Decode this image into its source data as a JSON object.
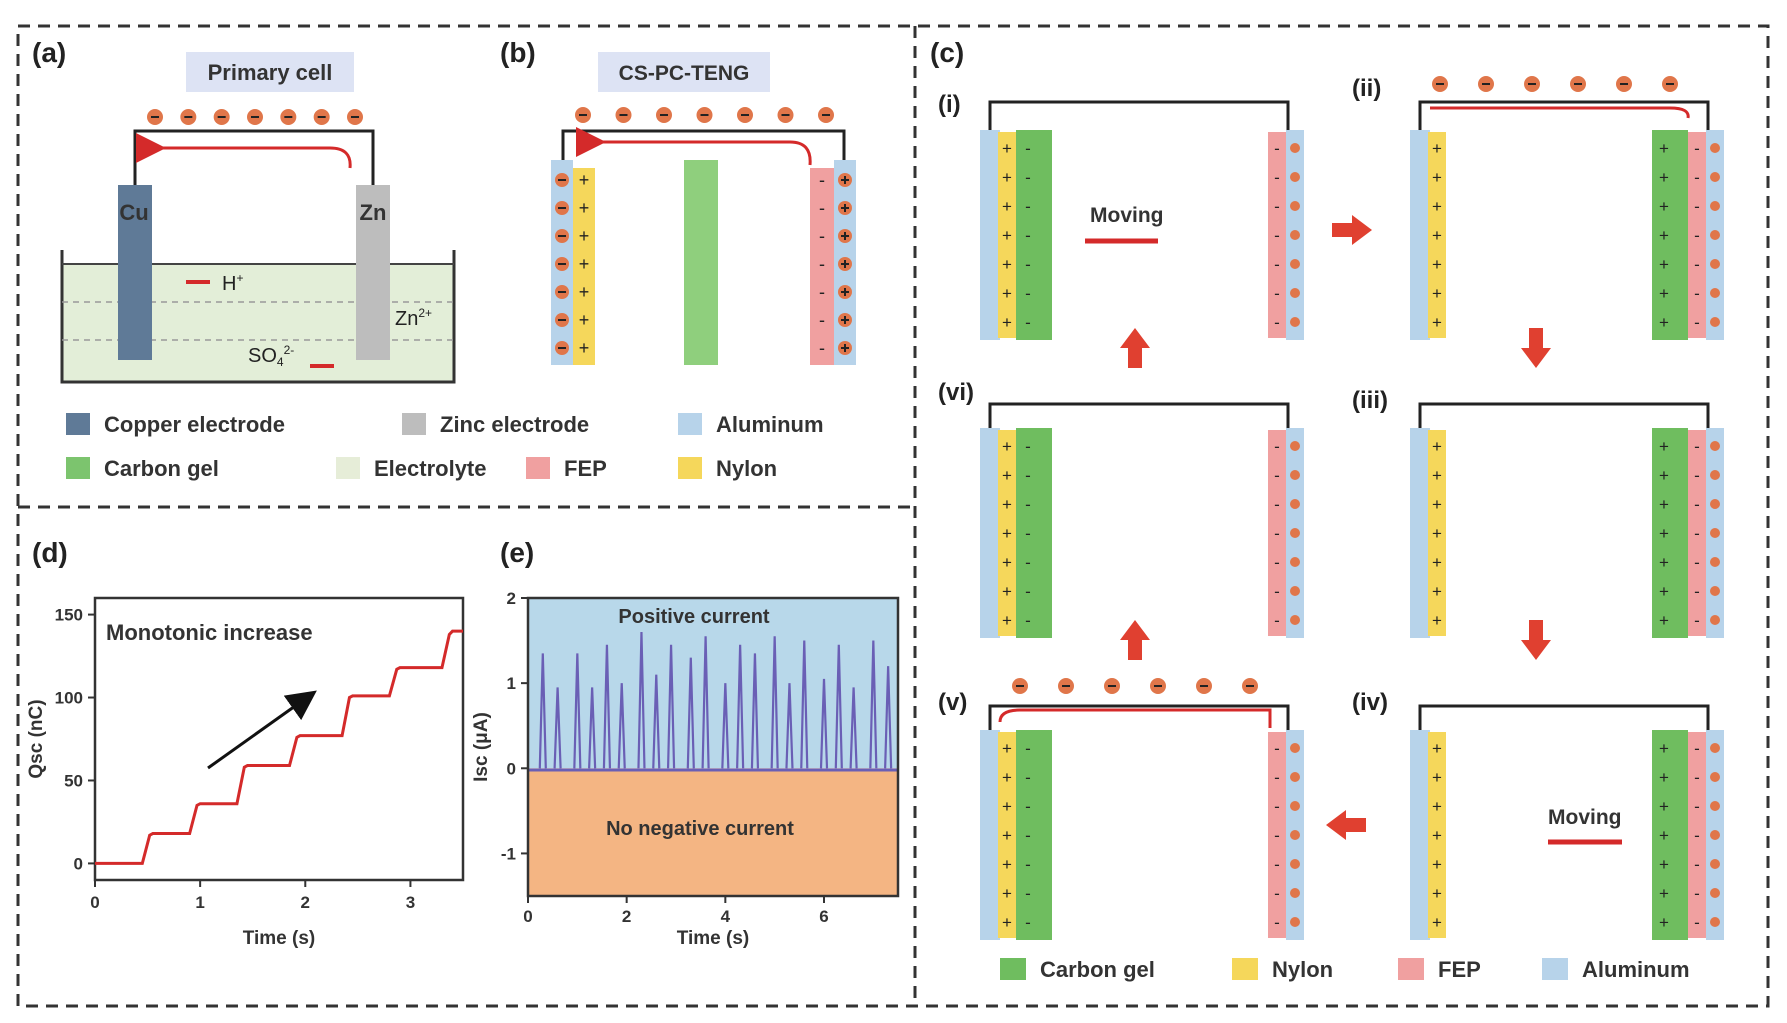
{
  "panels": {
    "a": "(a)",
    "b": "(b)",
    "c": "(c)",
    "d": "(d)",
    "e": "(e)"
  },
  "a": {
    "title": "Primary cell",
    "cu": "Cu",
    "zn": "Zn",
    "h_ion": "H",
    "h_sup": "+",
    "zn_ion": "Zn",
    "zn_sup": "2+",
    "so4": "SO",
    "so4_sub": "4",
    "so4_sup": "2-"
  },
  "b": {
    "title": "CS-PC-TENG"
  },
  "legend_top": [
    {
      "label": "Copper electrode",
      "color": "#5f7a97"
    },
    {
      "label": "Zinc electrode",
      "color": "#bdbdbd"
    },
    {
      "label": "Aluminum",
      "color": "#b7d3ea"
    },
    {
      "label": "Carbon gel",
      "color": "#7cc46e"
    },
    {
      "label": "Electrolyte",
      "color": "#e6edd8"
    },
    {
      "label": "FEP",
      "color": "#f0a0a0"
    },
    {
      "label": "Nylon",
      "color": "#f5d75b"
    }
  ],
  "c": {
    "stages": [
      "(i)",
      "(ii)",
      "(iii)",
      "(iv)",
      "(v)",
      "(vi)"
    ],
    "moving": "Moving",
    "legend": [
      {
        "label": "Carbon gel",
        "color": "#6fbd5f"
      },
      {
        "label": "Nylon",
        "color": "#f5d75b"
      },
      {
        "label": "FEP",
        "color": "#f0a0a0"
      },
      {
        "label": "Aluminum",
        "color": "#b7d3ea"
      }
    ]
  },
  "d": {
    "annotation": "Monotonic increase",
    "chart_data": {
      "type": "line",
      "xlabel": "Time (s)",
      "ylabel": "Qsc (nC)",
      "xlim": [
        0,
        3.5
      ],
      "ylim": [
        -10,
        160
      ],
      "xticks": [
        "0",
        "1",
        "2",
        "3"
      ],
      "yticks": [
        "0",
        "50",
        "100",
        "150"
      ],
      "color": "#d42a2a",
      "x": [
        0,
        0.45,
        0.52,
        0.55,
        0.9,
        0.97,
        1.0,
        1.35,
        1.42,
        1.45,
        1.85,
        1.92,
        1.95,
        2.35,
        2.42,
        2.45,
        2.8,
        2.87,
        2.9,
        3.3,
        3.37,
        3.4,
        3.5
      ],
      "y": [
        0,
        0,
        17,
        18,
        18,
        35,
        36,
        36,
        58,
        59,
        59,
        76,
        77,
        77,
        100,
        101,
        101,
        117,
        118,
        118,
        138,
        140,
        140
      ]
    }
  },
  "e": {
    "positive_label": "Positive current",
    "negative_label": "No negative current",
    "positive_color": "#b8d8ea",
    "negative_color": "#f4b583",
    "chart_data": {
      "type": "line",
      "xlabel": "Time (s)",
      "ylabel": "Isc (μA)",
      "xlim": [
        0,
        7.5
      ],
      "ylim": [
        -1.5,
        2
      ],
      "xticks": [
        "0",
        "2",
        "4",
        "6"
      ],
      "yticks": [
        "-1",
        "0",
        "1",
        "2"
      ],
      "color": "#6a5fb5",
      "peak_times": [
        0.3,
        0.6,
        1.0,
        1.3,
        1.6,
        1.9,
        2.3,
        2.6,
        2.9,
        3.3,
        3.6,
        4.0,
        4.3,
        4.6,
        5.0,
        5.3,
        5.6,
        6.0,
        6.3,
        6.6,
        7.0,
        7.3
      ],
      "peak_values": [
        1.35,
        0.95,
        1.35,
        0.95,
        1.45,
        1.0,
        1.6,
        1.1,
        1.45,
        1.3,
        1.55,
        1.0,
        1.45,
        1.35,
        1.55,
        1.0,
        1.5,
        1.05,
        1.45,
        0.95,
        1.5,
        1.2
      ]
    }
  },
  "axis_labels": {
    "d_xlabel": "Time (s)",
    "d_ylabel": "Qsc (nC)",
    "e_xlabel": "Time (s)",
    "e_ylabel": "Isc (μA)"
  }
}
